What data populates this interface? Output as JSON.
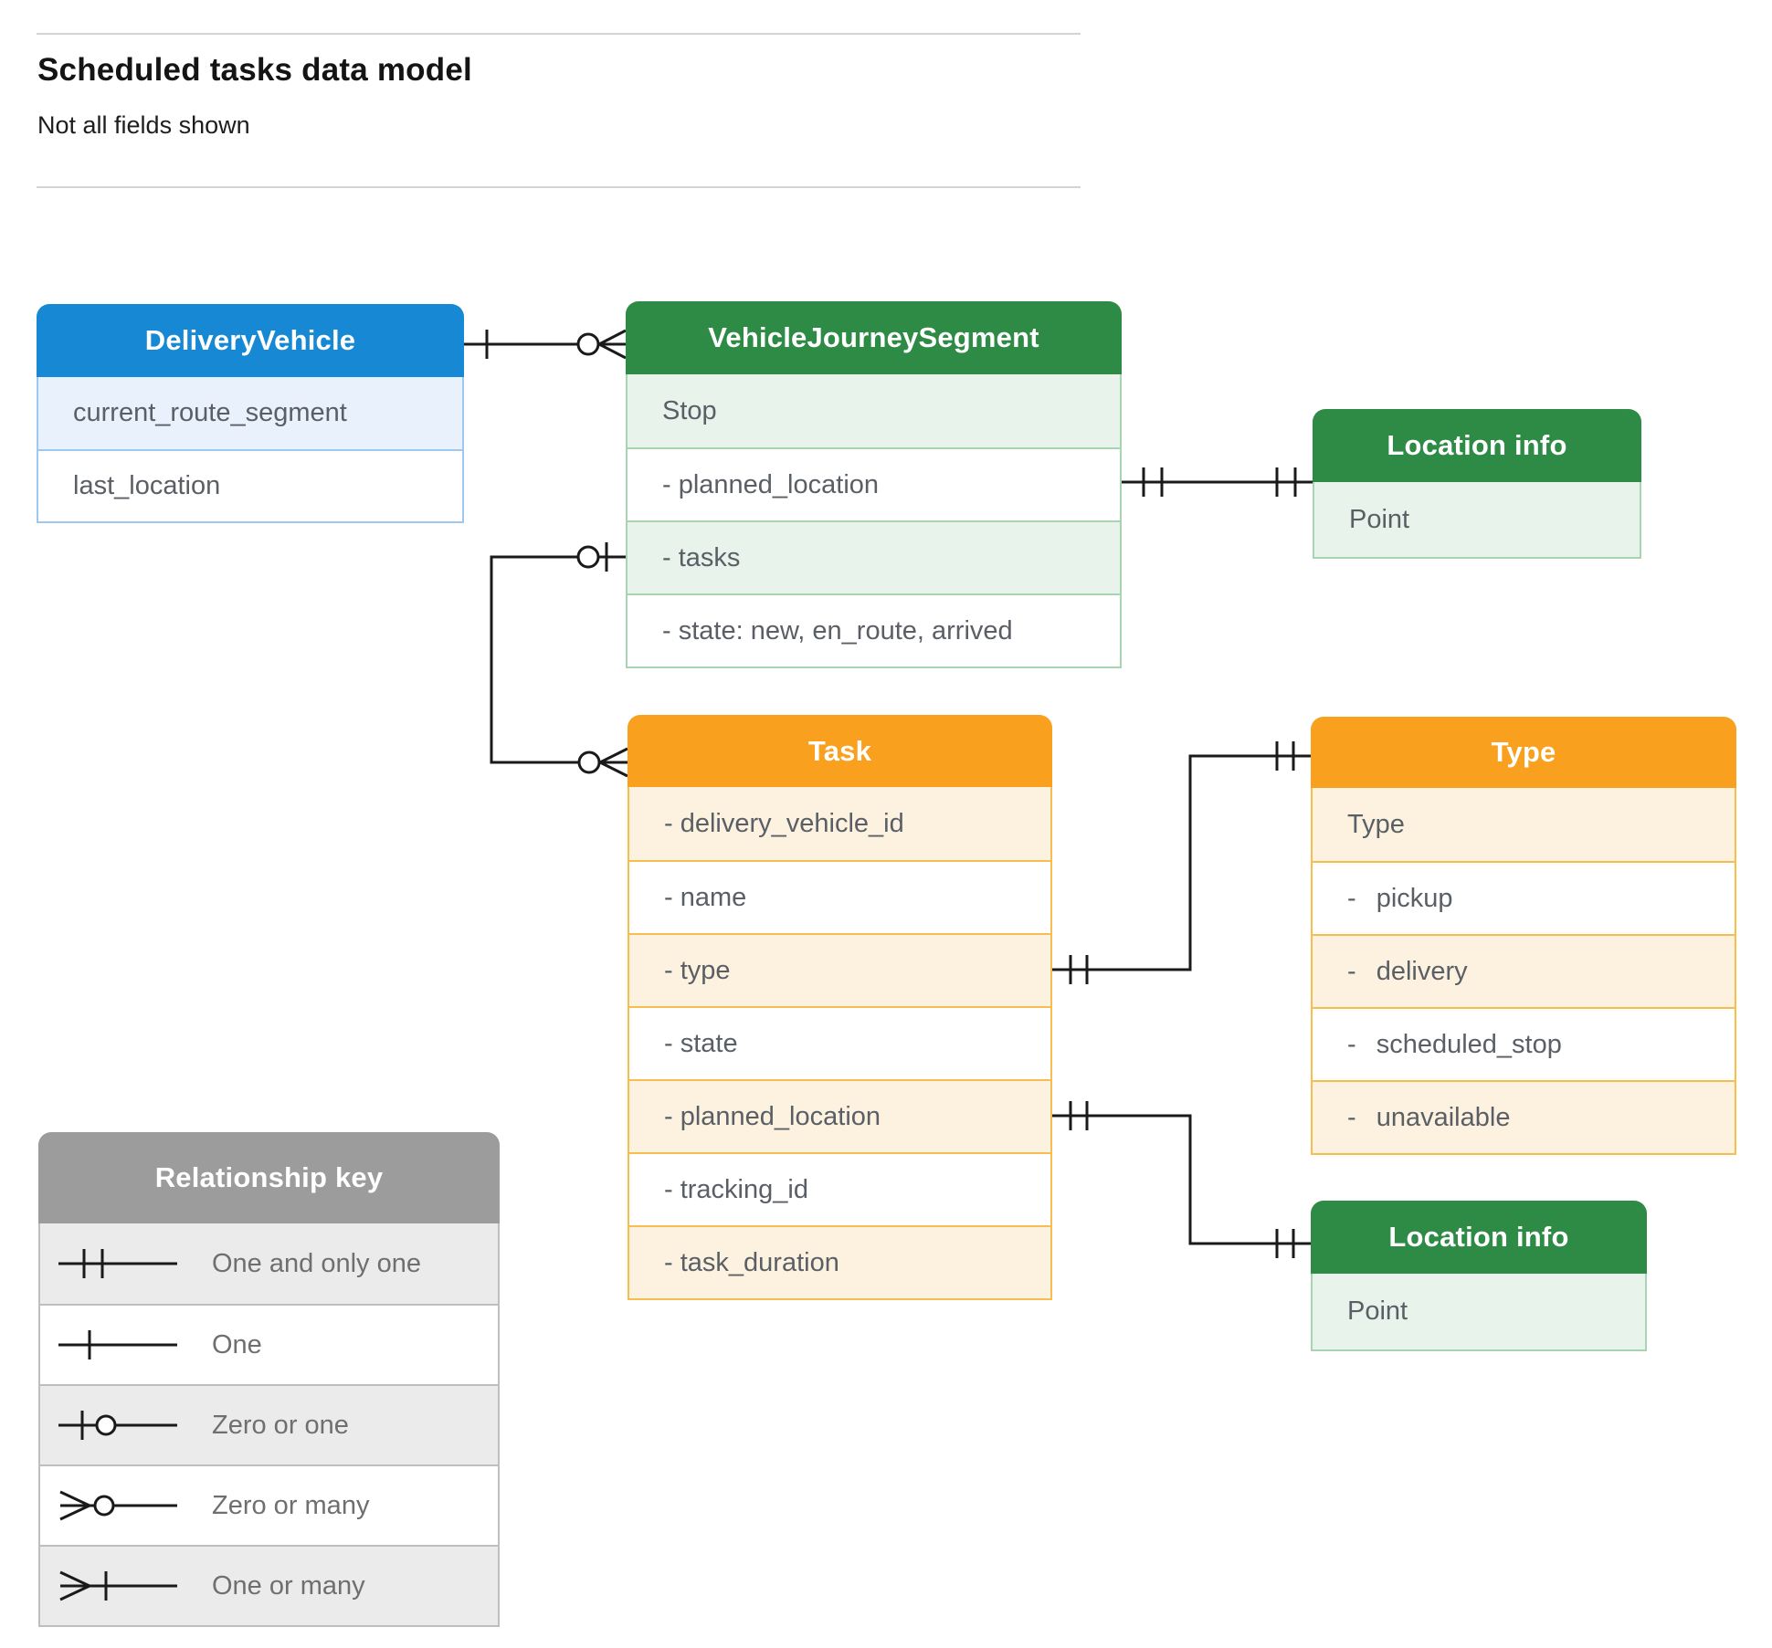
{
  "page": {
    "title": "Scheduled tasks data model",
    "subtitle": "Not all fields shown"
  },
  "palette": {
    "blue_header": "#1788d3",
    "blue_row_tint": "#e9f1fc",
    "blue_border": "#9ec8ef",
    "green_header": "#2e8b46",
    "green_row_tint": "#e8f3eb",
    "green_border": "#a9d4b4",
    "orange_header": "#f9a11f",
    "orange_row_tint": "#fdf2e0",
    "orange_border": "#f8bd4f",
    "gray_header": "#9c9c9c",
    "gray_row_tint": "#ebebeb",
    "gray_border": "#bebebe",
    "connector_line": "#1a1a1a",
    "row_text": "#5a5f66"
  },
  "entities": {
    "delivery_vehicle": {
      "title": "DeliveryVehicle",
      "rows": [
        "current_route_segment",
        "last_location"
      ]
    },
    "vehicle_journey_segment": {
      "title": "VehicleJourneySegment",
      "rows": [
        "Stop",
        "- planned_location",
        "- tasks",
        "- state: new, en_route, arrived"
      ]
    },
    "location_info_top": {
      "title": "Location info",
      "rows": [
        "Point"
      ]
    },
    "task": {
      "title": "Task",
      "rows": [
        "- delivery_vehicle_id",
        "- name",
        "- type",
        "- state",
        "- planned_location",
        "- tracking_id",
        "- task_duration"
      ]
    },
    "type": {
      "title": "Type",
      "rows": [
        "Type",
        "- pickup",
        "- delivery",
        "- scheduled_stop",
        "- unavailable"
      ]
    },
    "location_info_bottom": {
      "title": "Location info",
      "rows": [
        "Point"
      ]
    }
  },
  "legend": {
    "title": "Relationship key",
    "items": [
      {
        "symbol": "one-and-only-one",
        "label": "One and only one"
      },
      {
        "symbol": "one",
        "label": "One"
      },
      {
        "symbol": "zero-or-one",
        "label": "Zero or one"
      },
      {
        "symbol": "zero-or-many",
        "label": "Zero or many"
      },
      {
        "symbol": "one-or-many",
        "label": "One or many"
      }
    ]
  }
}
